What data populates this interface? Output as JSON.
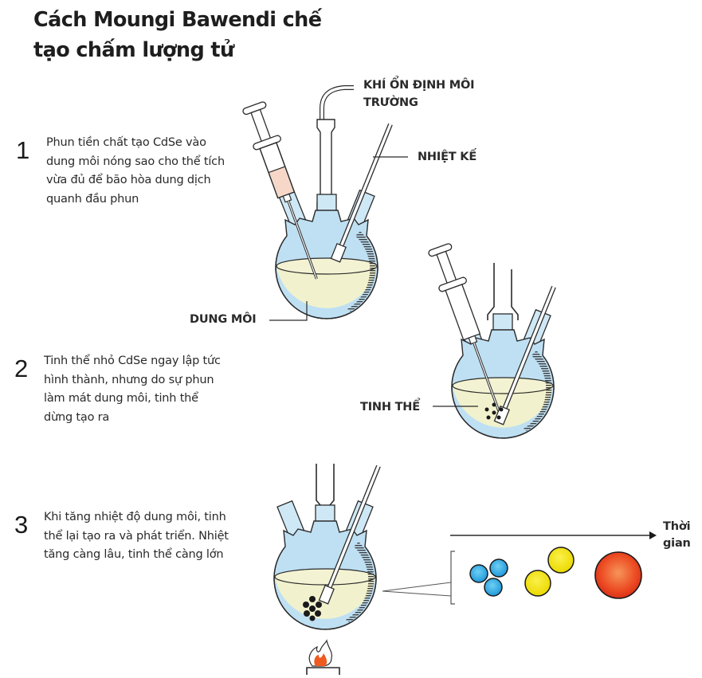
{
  "title": "Cách Moungi Bawendi chế tạo chấm lượng tử",
  "steps": [
    {
      "number": "1",
      "text": "Phun tiền chất tạo CdSe vào dung môi nóng sao cho thể tích vừa đủ để bão hòa dung dịch quanh đầu phun"
    },
    {
      "number": "2",
      "text": "Tinh thể nhỏ CdSe ngay lập tức hình thành, nhưng do sự phun làm mát dung môi, tinh thể dừng tạo ra"
    },
    {
      "number": "3",
      "text": "Khi tăng nhiệt độ dung môi, tinh thể lại tạo ra và phát triển. Nhiệt tăng càng lâu, tinh thể càng lớn"
    }
  ],
  "labels": {
    "gas": "KHÍ ỔN ĐỊNH MÔI TRƯỜNG",
    "thermometer": "NHIỆT KẾ",
    "solvent": "DUNG MÔI",
    "crystals": "TINH THỂ",
    "time_axis": "Thời gian"
  },
  "icons": [
    "syringe-icon",
    "round-bottom-flask-icon",
    "thermometer-icon",
    "gas-inlet-tube-icon",
    "flame-icon",
    "burner-stand-icon",
    "time-arrow-icon"
  ],
  "colors": {
    "glass_blue": "#bfe0f3",
    "solvent_yellow": "#f1f2cd",
    "precursor_pink": "#f7d7c7",
    "small_dot_blue": "#2aa6e2",
    "medium_dot_yellow": "#f2e200",
    "large_dot_red": "#e8391d",
    "flame_orange": "#ef5a1e",
    "outline": "#2b2b2b"
  },
  "nanocrystal_growth": [
    {
      "stage": "small",
      "color": "blue",
      "count": 3
    },
    {
      "stage": "medium",
      "color": "yellow",
      "count": 2
    },
    {
      "stage": "large",
      "color": "red",
      "count": 1
    }
  ]
}
